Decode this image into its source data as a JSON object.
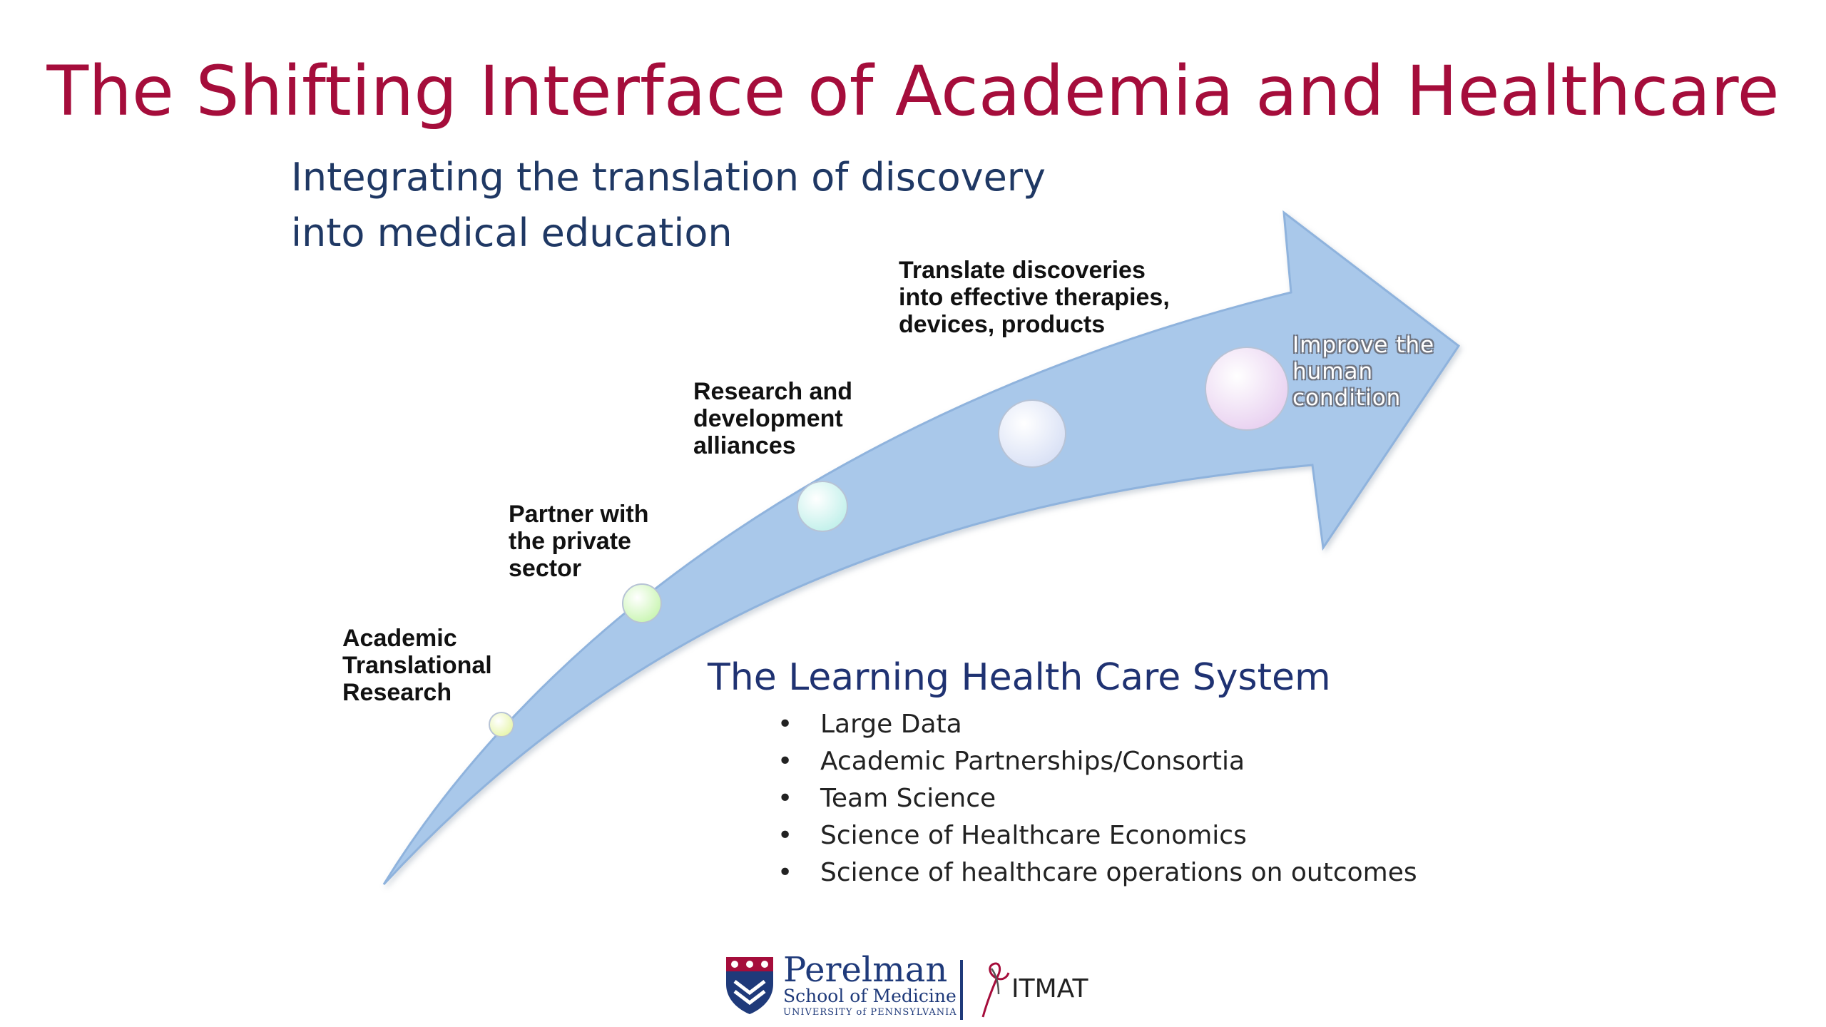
{
  "slide": {
    "title": "The Shifting Interface of Academia and Healthcare",
    "subtitle_lines": [
      "Integrating the translation of discovery",
      "into medical education"
    ]
  },
  "arrow": {
    "fill_color": "#a9c8ea",
    "stroke_color": "#8fb3dd",
    "steps": [
      {
        "label": "Academic\nTranslational\nResearch",
        "circle_color": "#e6f5a8"
      },
      {
        "label": "Partner with\nthe private\nsector",
        "circle_color": "#c8f5b0"
      },
      {
        "label": "Research and\ndevelopment\nalliances",
        "circle_color": "#c0f0ea"
      },
      {
        "label": "Translate discoveries\ninto effective therapies,\ndevices, products",
        "circle_color": "#d8e0f5"
      },
      {
        "label": "Improve the\nhuman\ncondition",
        "circle_color": "#e8d0f0"
      }
    ]
  },
  "learning_health": {
    "title": "The Learning Health Care System",
    "bullet_glyph": "•",
    "items": [
      "Large Data",
      "Academic Partnerships/Consortia",
      "Team Science",
      "Science of Healthcare Economics",
      "Science of healthcare operations on outcomes"
    ]
  },
  "footer": {
    "logo_name": "Perelman",
    "logo_school": "School of Medicine",
    "logo_university": "UNIVERSITY of PENNSYLVANIA",
    "partner_name": "ITMAT"
  }
}
